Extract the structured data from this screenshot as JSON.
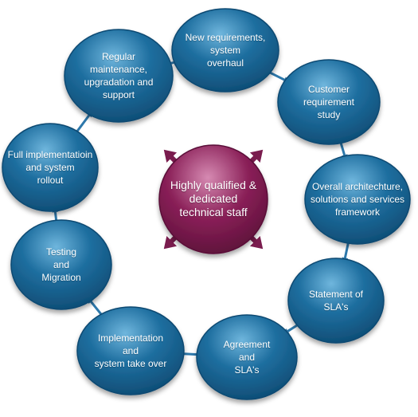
{
  "center": {
    "label": "Highly qualified &\ndedicated\ntechnical staff",
    "color": "#8a2058"
  },
  "colors": {
    "node_dark": "#0d4a72",
    "node_mid": "#1f6fa0",
    "node_light": "#6fb6dd",
    "arrow": "#2d78ab",
    "center_arrow": "#7a1c4e"
  },
  "nodes": [
    {
      "id": "new-requirements",
      "label": "New requirements,\nsystem\noverhaul"
    },
    {
      "id": "customer-requirement-study",
      "label": "Customer\nrequirement\nstudy"
    },
    {
      "id": "overall-architecture",
      "label": "Overall architechture,\nsolutions and services\nframework"
    },
    {
      "id": "statement-of-slas",
      "label": "Statement of\nSLA's"
    },
    {
      "id": "agreement-and-slas",
      "label": "Agreement\nand\nSLA's"
    },
    {
      "id": "implementation",
      "label": "Implementation\nand\nsystem take over"
    },
    {
      "id": "testing-and-migration",
      "label": "Testing\nand\nMigration"
    },
    {
      "id": "full-implementation",
      "label": "Full implementatioin\nand system\nrollout"
    },
    {
      "id": "regular-maintenance",
      "label": "Regular\nmaintenance,\nupgradation and\nsupport"
    }
  ]
}
